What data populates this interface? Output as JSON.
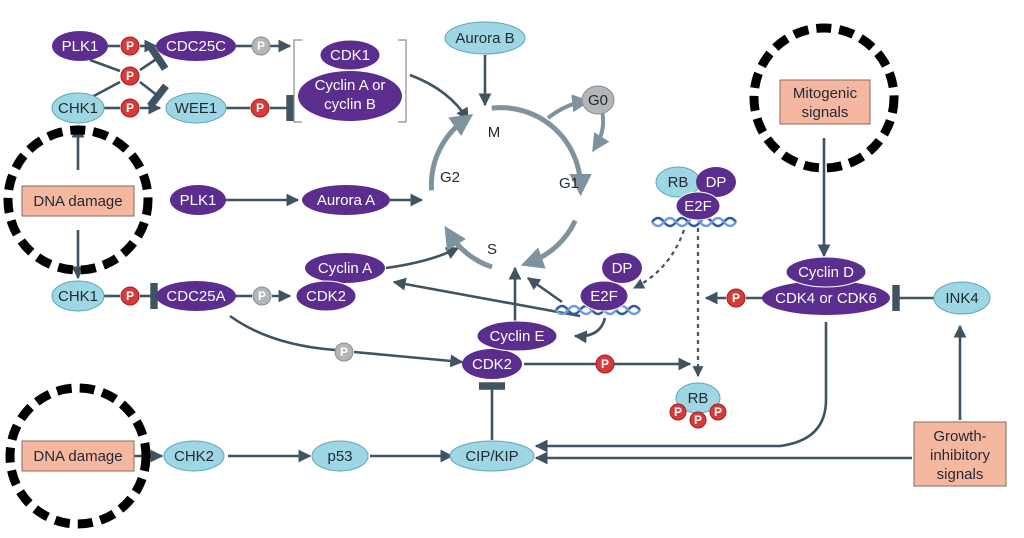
{
  "nodes": {
    "plk1_top": "PLK1",
    "cdc25c": "CDC25C",
    "cdk1": "CDK1",
    "cyclin_ab_1": "Cyclin A or",
    "cyclin_ab_2": "cyclin B",
    "aurora_b": "Aurora B",
    "g0": "G0",
    "chk1_top": "CHK1",
    "wee1": "WEE1",
    "dna_damage_top": "DNA damage",
    "plk1_mid": "PLK1",
    "aurora_a": "Aurora A",
    "rb_top": "RB",
    "dp_top": "DP",
    "e2f_top": "E2F",
    "mitogenic_1": "Mitogenic",
    "mitogenic_2": "signals",
    "cyclin_a": "Cyclin A",
    "cdk2_a": "CDK2",
    "chk1_mid": "CHK1",
    "cdc25a": "CDC25A",
    "dp_mid": "DP",
    "e2f_mid": "E2F",
    "cyclin_d": "Cyclin D",
    "cdk46": "CDK4 or CDK6",
    "ink4": "INK4",
    "cyclin_e": "Cyclin E",
    "cdk2_e": "CDK2",
    "rb_bottom": "RB",
    "dna_damage_bottom": "DNA damage",
    "chk2": "CHK2",
    "p53": "p53",
    "cip_kip": "CIP/KIP",
    "growth_1": "Growth-",
    "growth_2": "inhibitory",
    "growth_3": "signals"
  },
  "cycle": {
    "m": "M",
    "g1": "G1",
    "s": "S",
    "g2": "G2"
  },
  "phospho_label": "P",
  "colors": {
    "purple": "#5b2d8e",
    "cyan": "#9fd6e3",
    "red_phospho": "#d63a3a",
    "grey_phospho": "#b3b6b8",
    "salmon_box": "#f6b7a1",
    "cycle_arrow": "#7f939e"
  }
}
